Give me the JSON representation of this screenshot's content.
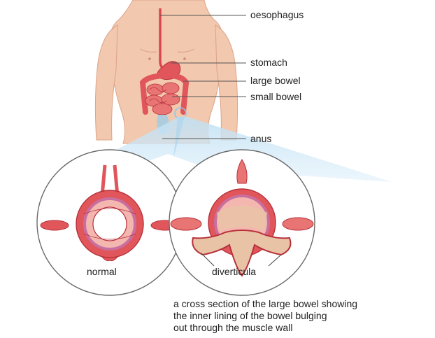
{
  "labels": {
    "oesophagus": "oesophagus",
    "stomach": "stomach",
    "large_bowel": "large bowel",
    "small_bowel": "small bowel",
    "anus": "anus",
    "normal": "normal",
    "diverticula": "diverticula"
  },
  "caption_lines": [
    "a cross section of the large bowel showing",
    "the inner lining of the bowel bulging",
    "out through the muscle wall"
  ],
  "colors": {
    "skin": "#f2c8ae",
    "skin_edge": "#dca48a",
    "bowel": "#e0565a",
    "bowel_dark": "#b8303a",
    "lining": "#c96fa0",
    "pale": "#f4b7b0",
    "bulge": "#e9c3a6",
    "highlight": "#8fc6e8",
    "leader": "#555555"
  }
}
